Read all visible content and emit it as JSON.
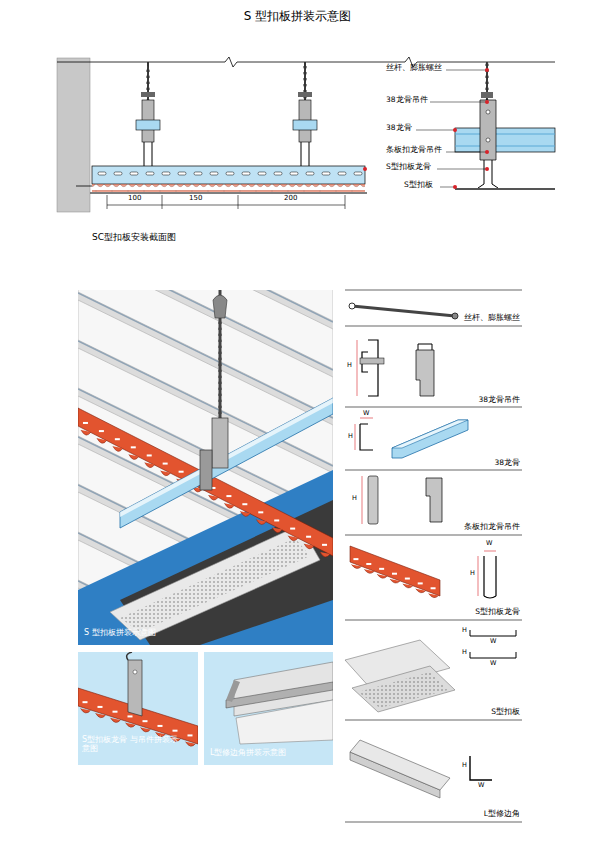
{
  "diagram": {
    "title": "S 型扣板拼装示意图",
    "labels": [
      "100",
      "150",
      "200",
      "丝杆、膨胀螺丝",
      "38龙骨吊件",
      "38龙骨",
      "条板扣龙骨吊件",
      "S型扣板龙骨",
      "S型扣板",
      "SC型扣板安装截面图",
      "S 型扣板拼装示意图",
      "S型扣板龙骨 与吊件拼装示意图",
      "L型修边角拼装示意图",
      "丝杆、膨胀螺丝",
      "H",
      "38龙骨吊件",
      "W",
      "H",
      "38龙骨",
      "H",
      "条板扣龙骨吊件",
      "W",
      "H",
      "S型扣板龙骨",
      "H",
      "W",
      "H",
      "W",
      "S型扣板",
      "H",
      "W",
      "L型修边角"
    ]
  }
}
